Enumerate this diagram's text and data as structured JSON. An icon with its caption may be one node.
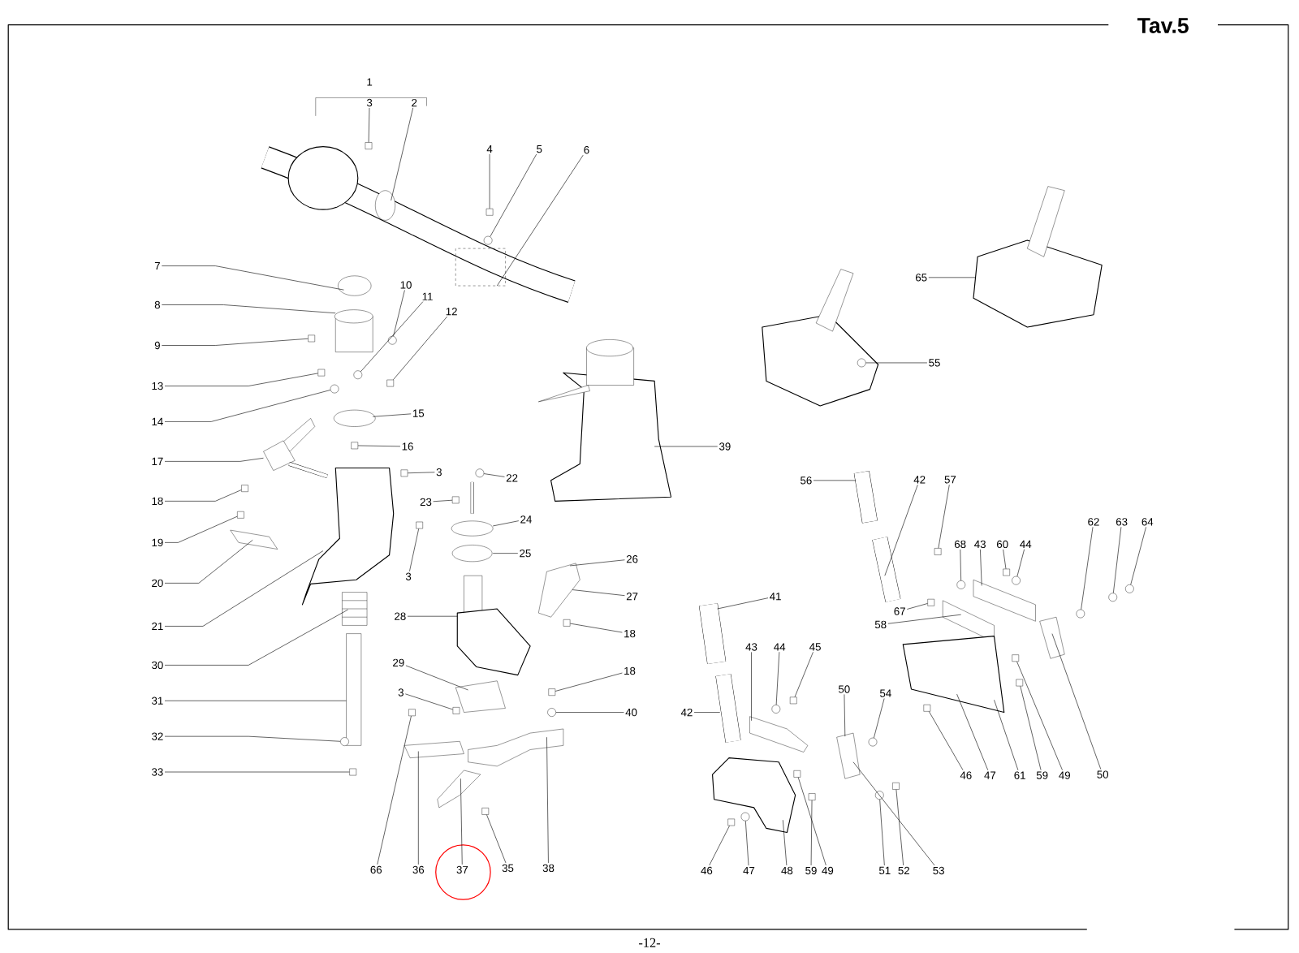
{
  "diagram": {
    "title": "Tav.5",
    "nodes": [
      {
        "text": [
          "1"
        ]
      },
      {
        "text": [
          "3"
        ]
      },
      {
        "text": [
          "2"
        ]
      },
      {
        "text": [
          "4"
        ]
      },
      {
        "text": [
          "5"
        ]
      },
      {
        "text": [
          "6"
        ]
      },
      {
        "text": [
          "7"
        ]
      },
      {
        "text": [
          "8"
        ]
      },
      {
        "text": [
          "9"
        ]
      },
      {
        "text": [
          "10"
        ]
      },
      {
        "text": [
          "11"
        ]
      },
      {
        "text": [
          "12"
        ]
      },
      {
        "text": [
          "13"
        ]
      },
      {
        "text": [
          "14"
        ]
      },
      {
        "text": [
          "15"
        ]
      },
      {
        "text": [
          "16"
        ]
      },
      {
        "text": [
          "17"
        ]
      },
      {
        "text": [
          "3"
        ]
      },
      {
        "text": [
          "22"
        ]
      },
      {
        "text": [
          "18"
        ]
      },
      {
        "text": [
          "23"
        ]
      },
      {
        "text": [
          "24"
        ]
      },
      {
        "text": [
          "19"
        ]
      },
      {
        "text": [
          "25"
        ]
      },
      {
        "text": [
          "26"
        ]
      },
      {
        "text": [
          "3"
        ]
      },
      {
        "text": [
          "20"
        ]
      },
      {
        "text": [
          "27"
        ]
      },
      {
        "text": [
          "21"
        ]
      },
      {
        "text": [
          "28"
        ]
      },
      {
        "text": [
          "18"
        ]
      },
      {
        "text": [
          "30"
        ]
      },
      {
        "text": [
          "29"
        ]
      },
      {
        "text": [
          "18"
        ]
      },
      {
        "text": [
          "3"
        ]
      },
      {
        "text": [
          "40"
        ]
      },
      {
        "text": [
          "31"
        ]
      },
      {
        "text": [
          "32"
        ]
      },
      {
        "text": [
          "33"
        ]
      },
      {
        "text": [
          "66"
        ]
      },
      {
        "text": [
          "36"
        ]
      },
      {
        "text": [
          "37"
        ]
      },
      {
        "text": [
          "35"
        ]
      },
      {
        "text": [
          "38"
        ]
      },
      {
        "text": [
          "39"
        ]
      },
      {
        "text": [
          "55"
        ]
      },
      {
        "text": [
          "65"
        ]
      },
      {
        "text": [
          "56"
        ]
      },
      {
        "text": [
          "42"
        ]
      },
      {
        "text": [
          "57"
        ]
      },
      {
        "text": [
          "68"
        ]
      },
      {
        "text": [
          "43"
        ]
      },
      {
        "text": [
          "60"
        ]
      },
      {
        "text": [
          "44"
        ]
      },
      {
        "text": [
          "62"
        ]
      },
      {
        "text": [
          "63"
        ]
      },
      {
        "text": [
          "64"
        ]
      },
      {
        "text": [
          "67"
        ]
      },
      {
        "text": [
          "58"
        ]
      },
      {
        "text": [
          "41"
        ]
      },
      {
        "text": [
          "43"
        ]
      },
      {
        "text": [
          "44"
        ]
      },
      {
        "text": [
          "45"
        ]
      },
      {
        "text": [
          "42"
        ]
      },
      {
        "text": [
          "50"
        ]
      },
      {
        "text": [
          "54"
        ]
      },
      {
        "text": [
          "46"
        ]
      },
      {
        "text": [
          "47"
        ]
      },
      {
        "text": [
          "61"
        ]
      },
      {
        "text": [
          "59"
        ]
      },
      {
        "text": [
          "49"
        ]
      },
      {
        "text": [
          "50"
        ]
      },
      {
        "text": [
          "46"
        ]
      },
      {
        "text": [
          "47"
        ]
      },
      {
        "text": [
          "48"
        ]
      },
      {
        "text": [
          "59"
        ]
      },
      {
        "text": [
          "49"
        ]
      },
      {
        "text": [
          "51"
        ]
      },
      {
        "text": [
          "52"
        ]
      },
      {
        "text": [
          "53"
        ]
      },
      {
        "text": [],
        "shape": "box"
      },
      {
        "text": [],
        "shape": "box"
      },
      {
        "text": [],
        "shape": "circle"
      },
      {
        "text": [],
        "shape": "box"
      },
      {
        "text": [],
        "shape": "circle"
      },
      {
        "text": [],
        "shape": "circle"
      },
      {
        "text": [],
        "shape": "box"
      },
      {
        "text": [],
        "shape": "box"
      },
      {
        "text": [],
        "shape": "circle"
      },
      {
        "text": [],
        "shape": "box"
      },
      {
        "text": [],
        "shape": "box"
      },
      {
        "text": [],
        "shape": "circle"
      },
      {
        "text": [],
        "shape": "box"
      },
      {
        "text": [],
        "shape": "box"
      },
      {
        "text": [],
        "shape": "box"
      },
      {
        "text": [],
        "shape": "box"
      },
      {
        "text": [],
        "shape": "box"
      },
      {
        "text": [],
        "shape": "box"
      },
      {
        "text": [],
        "shape": "box"
      },
      {
        "text": [],
        "shape": "circle"
      },
      {
        "text": [],
        "shape": "circle"
      },
      {
        "text": [],
        "shape": "box"
      },
      {
        "text": [],
        "shape": "box"
      },
      {
        "text": [],
        "shape": "box"
      },
      {
        "text": [],
        "shape": "circle"
      },
      {
        "text": [],
        "shape": "box"
      },
      {
        "text": [],
        "shape": "circle"
      },
      {
        "text": [],
        "shape": "box"
      },
      {
        "text": [],
        "shape": "circle"
      },
      {
        "text": [],
        "shape": "circle"
      },
      {
        "text": [],
        "shape": "circle"
      },
      {
        "text": [],
        "shape": "circle"
      },
      {
        "text": [],
        "shape": "box"
      },
      {
        "text": [],
        "shape": "circle"
      },
      {
        "text": [],
        "shape": "box"
      },
      {
        "text": [],
        "shape": "circle"
      },
      {
        "text": [],
        "shape": "box"
      },
      {
        "text": [],
        "shape": "box"
      },
      {
        "text": [],
        "shape": "box"
      },
      {
        "text": [],
        "shape": "box"
      },
      {
        "text": [],
        "shape": "circle"
      },
      {
        "text": [],
        "shape": "box"
      },
      {
        "text": [],
        "shape": "box"
      },
      {
        "text": [],
        "shape": "box"
      },
      {
        "text": [],
        "shape": "circle"
      }
    ],
    "edges": [
      {
        "from": 1,
        "to": 80,
        "arrow": "none"
      },
      {
        "from": 2,
        "to": null,
        "arrow": "none"
      },
      {
        "from": 3,
        "to": 81,
        "arrow": "none"
      },
      {
        "from": 4,
        "to": 82,
        "arrow": "none"
      },
      {
        "from": 5,
        "to": null,
        "arrow": "none"
      },
      {
        "from": 6,
        "to": null,
        "arrow": "none"
      },
      {
        "from": 7,
        "to": null,
        "arrow": "none"
      },
      {
        "from": 8,
        "to": 83,
        "arrow": "none"
      },
      {
        "from": 9,
        "to": 84,
        "arrow": "none"
      },
      {
        "from": 10,
        "to": 85,
        "arrow": "none"
      },
      {
        "from": 11,
        "to": 86,
        "arrow": "none"
      },
      {
        "from": 12,
        "to": 87,
        "arrow": "none"
      },
      {
        "from": 13,
        "to": 88,
        "arrow": "none"
      },
      {
        "from": 14,
        "to": null,
        "arrow": "none"
      },
      {
        "from": 15,
        "to": 89,
        "arrow": "none"
      },
      {
        "from": 16,
        "to": null,
        "arrow": "none"
      },
      {
        "from": 17,
        "to": 90,
        "arrow": "none"
      },
      {
        "from": 18,
        "to": 91,
        "arrow": "none"
      },
      {
        "from": 19,
        "to": 92,
        "arrow": "none"
      },
      {
        "from": 20,
        "to": 93,
        "arrow": "none"
      },
      {
        "from": 21,
        "to": null,
        "arrow": "none"
      },
      {
        "from": 22,
        "to": 94,
        "arrow": "none"
      },
      {
        "from": 23,
        "to": null,
        "arrow": "none"
      },
      {
        "from": 24,
        "to": null,
        "arrow": "none"
      },
      {
        "from": 25,
        "to": 95,
        "arrow": "none"
      },
      {
        "from": 26,
        "to": null,
        "arrow": "none"
      },
      {
        "from": 27,
        "to": null,
        "arrow": "none"
      },
      {
        "from": 28,
        "to": null,
        "arrow": "none"
      },
      {
        "from": 29,
        "to": null,
        "arrow": "none"
      },
      {
        "from": 30,
        "to": 96,
        "arrow": "none"
      },
      {
        "from": 31,
        "to": null,
        "arrow": "none"
      },
      {
        "from": 32,
        "to": null,
        "arrow": "none"
      },
      {
        "from": 33,
        "to": 97,
        "arrow": "none"
      },
      {
        "from": 34,
        "to": 98,
        "arrow": "none"
      },
      {
        "from": 35,
        "to": 99,
        "arrow": "none"
      },
      {
        "from": 36,
        "to": null,
        "arrow": "none"
      },
      {
        "from": 37,
        "to": 100,
        "arrow": "none"
      },
      {
        "from": 38,
        "to": 101,
        "arrow": "none"
      },
      {
        "from": 39,
        "to": 102,
        "arrow": "none"
      },
      {
        "from": 40,
        "to": null,
        "arrow": "none"
      },
      {
        "from": 41,
        "to": null,
        "arrow": "none"
      },
      {
        "from": 42,
        "to": 103,
        "arrow": "none"
      },
      {
        "from": 43,
        "to": null,
        "arrow": "none"
      },
      {
        "from": 44,
        "to": null,
        "arrow": "none"
      },
      {
        "from": 45,
        "to": 104,
        "arrow": "none"
      },
      {
        "from": 46,
        "to": null,
        "arrow": "none"
      },
      {
        "from": 47,
        "to": null,
        "arrow": "none"
      },
      {
        "from": 48,
        "to": null,
        "arrow": "none"
      },
      {
        "from": 49,
        "to": 105,
        "arrow": "none"
      },
      {
        "from": 50,
        "to": 106,
        "arrow": "none"
      },
      {
        "from": 51,
        "to": null,
        "arrow": "none"
      },
      {
        "from": 52,
        "to": 107,
        "arrow": "none"
      },
      {
        "from": 53,
        "to": 108,
        "arrow": "none"
      },
      {
        "from": 54,
        "to": 109,
        "arrow": "none"
      },
      {
        "from": 55,
        "to": 110,
        "arrow": "none"
      },
      {
        "from": 56,
        "to": 111,
        "arrow": "none"
      },
      {
        "from": 57,
        "to": 112,
        "arrow": "none"
      },
      {
        "from": 58,
        "to": null,
        "arrow": "none"
      },
      {
        "from": 59,
        "to": null,
        "arrow": "none"
      },
      {
        "from": 60,
        "to": null,
        "arrow": "none"
      },
      {
        "from": 61,
        "to": 113,
        "arrow": "none"
      },
      {
        "from": 62,
        "to": 114,
        "arrow": "none"
      },
      {
        "from": 63,
        "to": null,
        "arrow": "none"
      },
      {
        "from": 64,
        "to": null,
        "arrow": "none"
      },
      {
        "from": 65,
        "to": 115,
        "arrow": "none"
      },
      {
        "from": 66,
        "to": 122,
        "arrow": "none"
      },
      {
        "from": 67,
        "to": null,
        "arrow": "none"
      },
      {
        "from": 68,
        "to": null,
        "arrow": "none"
      },
      {
        "from": 69,
        "to": 116,
        "arrow": "none"
      },
      {
        "from": 70,
        "to": 117,
        "arrow": "none"
      },
      {
        "from": 71,
        "to": null,
        "arrow": "none"
      },
      {
        "from": 72,
        "to": 123,
        "arrow": "none"
      },
      {
        "from": 73,
        "to": 124,
        "arrow": "none"
      },
      {
        "from": 74,
        "to": null,
        "arrow": "none"
      },
      {
        "from": 75,
        "to": 118,
        "arrow": "none"
      },
      {
        "from": 76,
        "to": 119,
        "arrow": "none"
      },
      {
        "from": 77,
        "to": 120,
        "arrow": "none"
      },
      {
        "from": 78,
        "to": 121,
        "arrow": "none"
      },
      {
        "from": 79,
        "to": null,
        "arrow": "none"
      }
    ],
    "labels": [
      "-12-"
    ]
  }
}
